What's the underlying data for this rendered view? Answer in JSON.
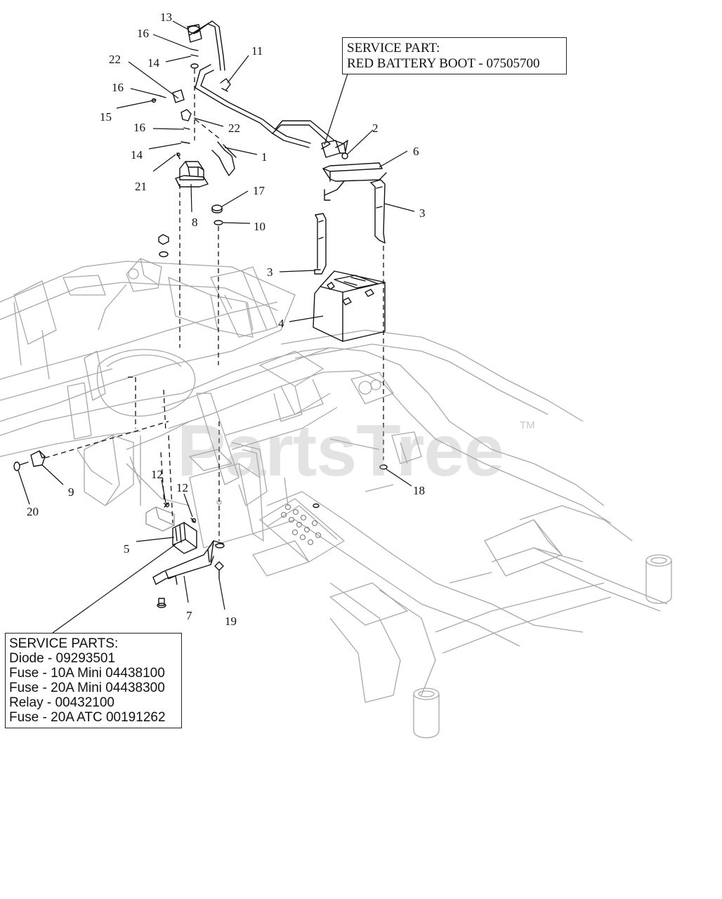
{
  "diagram": {
    "callouts": [
      "13",
      "16",
      "14",
      "22",
      "11",
      "16",
      "15",
      "22",
      "16",
      "1",
      "14",
      "21",
      "8",
      "17",
      "10",
      "2",
      "6",
      "3",
      "3",
      "4",
      "18",
      "9",
      "20",
      "12",
      "12",
      "5",
      "7",
      "19"
    ],
    "service_boxes": {
      "battery_boot": {
        "lines": [
          "SERVICE PART:",
          "RED BATTERY BOOT - 07505700"
        ]
      },
      "electrical": {
        "lines": [
          "SERVICE PARTS:",
          "Diode - 09293501",
          "Fuse - 10A Mini 04438100",
          "Fuse - 20A Mini 04438300",
          "Relay - 00432100",
          "Fuse - 20A ATC 00191262"
        ]
      }
    },
    "watermark": {
      "text": "PartsTree",
      "tm": "TM"
    }
  }
}
